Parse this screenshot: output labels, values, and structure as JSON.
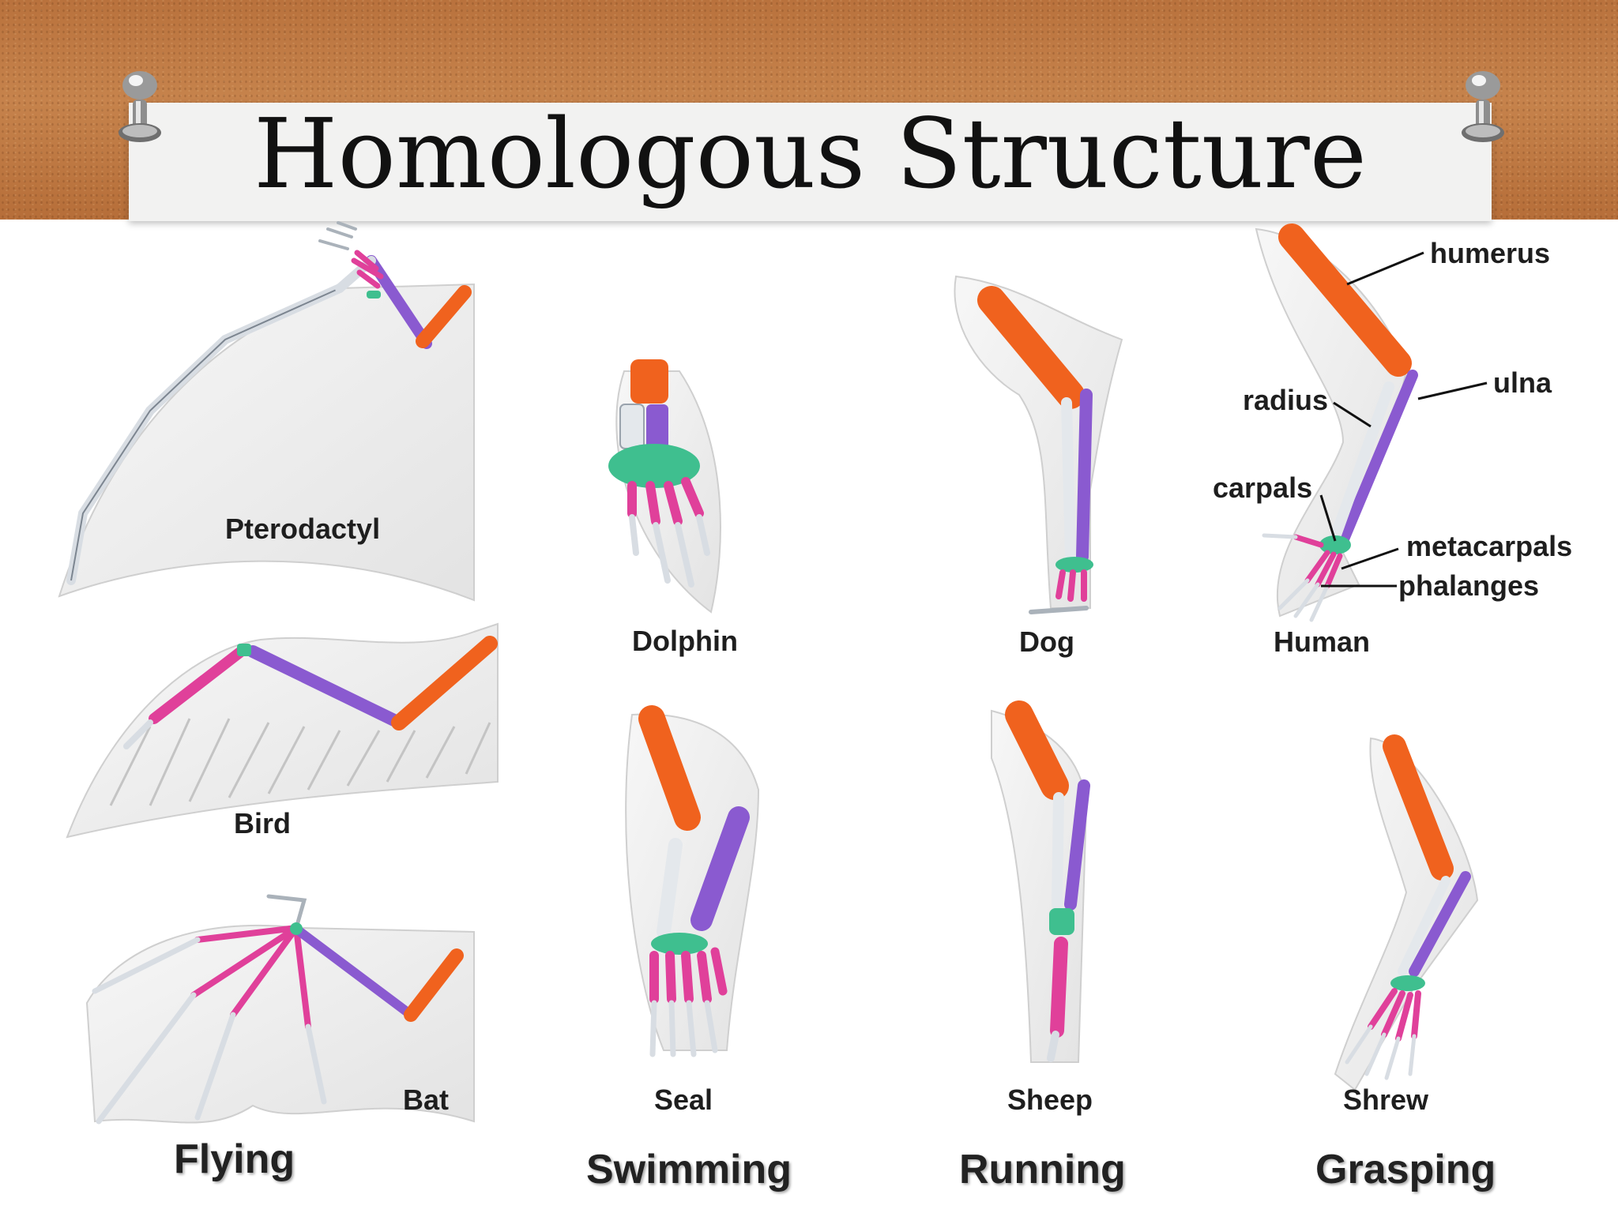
{
  "title": "Homologous Structure",
  "animals": {
    "pterodactyl": "Pterodactyl",
    "bird": "Bird",
    "bat": "Bat",
    "dolphin": "Dolphin",
    "seal": "Seal",
    "dog": "Dog",
    "sheep": "Sheep",
    "human": "Human",
    "shrew": "Shrew"
  },
  "bones": {
    "humerus": "humerus",
    "radius": "radius",
    "ulna": "ulna",
    "carpals": "carpals",
    "metacarpals": "metacarpals",
    "phalanges": "phalanges"
  },
  "categories": {
    "flying": "Flying",
    "swimming": "Swimming",
    "running": "Running",
    "grasping": "Grasping"
  },
  "colors": {
    "humerus": "#f0621e",
    "ulna": "#8a5ad0",
    "radius": "#e4e8ec",
    "carpals": "#3fbf8f",
    "metacarpals": "#e0409a",
    "phalanges": "#e4e8ec",
    "cork": "#c07a43"
  }
}
